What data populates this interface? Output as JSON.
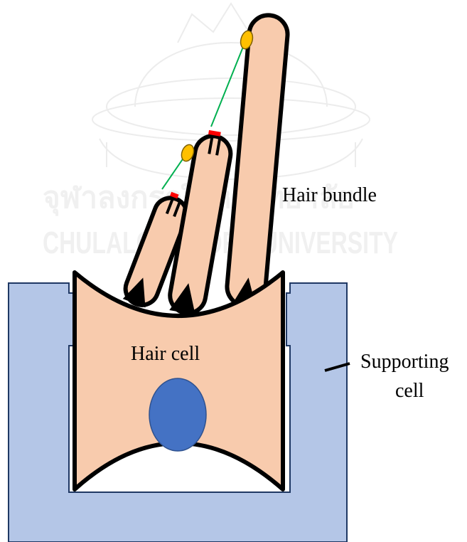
{
  "labels": {
    "hair_bundle": "Hair bundle",
    "hair_cell": "Hair cell",
    "supporting_cell_line1": "Supporting",
    "supporting_cell_line2": "cell"
  },
  "watermark": {
    "thai_text": "จุฬาลงกรณ์มหาวิทยาลัย",
    "english_text": "Chulalongkorn University"
  },
  "colors": {
    "supporting_cell": "#b4c6e7",
    "supporting_outline": "#1f3864",
    "hair_cell_fill": "#f8cbad",
    "nucleus": "#4472c4",
    "tip_link": "#00b050",
    "tip_link_anchor": "#ffc000",
    "channel": "#ff0000",
    "outline": "#000000"
  }
}
